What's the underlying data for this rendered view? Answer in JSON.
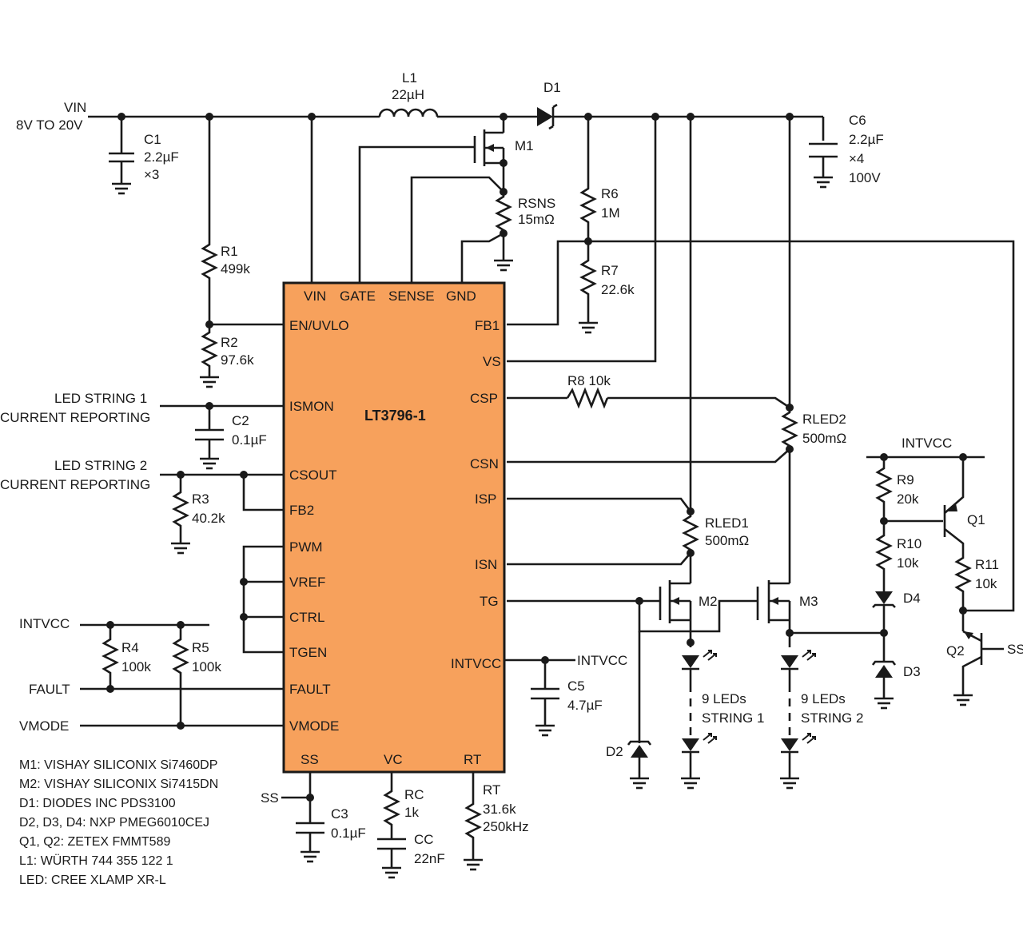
{
  "chip": {
    "name": "LT3796-1",
    "fill": "#F7A15C",
    "pins": {
      "vin": "VIN",
      "gate": "GATE",
      "sense": "SENSE",
      "gnd": "GND",
      "en": "EN/UVLO",
      "ismon": "ISMON",
      "csout": "CSOUT",
      "fb2": "FB2",
      "pwm": "PWM",
      "vref": "VREF",
      "ctrl": "CTRL",
      "tgen": "TGEN",
      "fault": "FAULT",
      "vmode": "VMODE",
      "ss": "SS",
      "vc": "VC",
      "rt": "RT",
      "fb1": "FB1",
      "vs": "VS",
      "csp": "CSP",
      "csn": "CSN",
      "isp": "ISP",
      "isn": "ISN",
      "tg": "TG",
      "intvcc": "INTVCC"
    }
  },
  "labels": {
    "vin": "VIN",
    "vin_range": "8V TO 20V",
    "l1": "L1",
    "l1v": "22µH",
    "d1": "D1",
    "m1": "M1",
    "rsns": "RSNS",
    "rsnsv": "15mΩ",
    "c1": "C1",
    "c1v": "2.2µF",
    "c1x": "×3",
    "c6": "C6",
    "c6v": "2.2µF",
    "c6x": "×4",
    "c6volt": "100V",
    "r1": "R1",
    "r1v": "499k",
    "r2": "R2",
    "r2v": "97.6k",
    "r6": "R6",
    "r6v": "1M",
    "r7": "R7",
    "r7v": "22.6k",
    "r8": "R8 10k",
    "rled2": "RLED2",
    "rled2v": "500mΩ",
    "rled1": "RLED1",
    "rled1v": "500mΩ",
    "led1a": "LED STRING 1",
    "led1b": "CURRENT REPORTING",
    "led2a": "LED STRING 2",
    "led2b": "CURRENT REPORTING",
    "c2": "C2",
    "c2v": "0.1µF",
    "r3": "R3",
    "r3v": "40.2k",
    "intvcc_l": "INTVCC",
    "r4": "R4",
    "r4v": "100k",
    "r5": "R5",
    "r5v": "100k",
    "fault": "FAULT",
    "vmode": "VMODE",
    "intvcc_r": "INTVCC",
    "c5": "C5",
    "c5v": "4.7µF",
    "m2": "M2",
    "m3": "M3",
    "leds1a": "9 LEDs",
    "leds1b": "STRING 1",
    "leds2a": "9 LEDs",
    "leds2b": "STRING 2",
    "d2": "D2",
    "d3": "D3",
    "d4": "D4",
    "intvcc_q": "INTVCC",
    "r9": "R9",
    "r9v": "20k",
    "r10": "R10",
    "r10v": "10k",
    "r11": "R11",
    "r11v": "10k",
    "q1": "Q1",
    "q2": "Q2",
    "ss_q2": "SS",
    "ss": "SS",
    "c3": "C3",
    "c3v": "0.1µF",
    "rc": "RC",
    "rcv": "1k",
    "cc": "CC",
    "ccv": "22nF",
    "rt": "RT",
    "rtv": "31.6k",
    "rtf": "250kHz"
  },
  "notes": [
    "M1: VISHAY SILICONIX Si7460DP",
    "M2: VISHAY SILICONIX Si7415DN",
    "D1: DIODES INC PDS3100",
    "D2, D3, D4: NXP PMEG6010CEJ",
    "Q1, Q2: ZETEX FMMT589",
    "L1: WÜRTH 744 355 122 1",
    "LED: CREE XLAMP XR-L"
  ]
}
